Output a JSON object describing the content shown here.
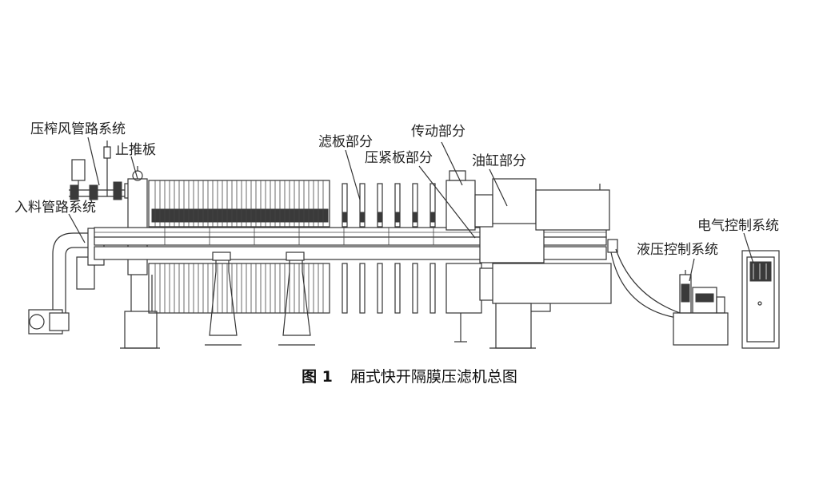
{
  "figure": {
    "labels": {
      "press_air": "压榨风管路系统",
      "stop_plate": "止推板",
      "feed_pipe": "入料管路系统",
      "filter_plate": "滤板部分",
      "drive": "传动部分",
      "press_plate": "压紧板部分",
      "cylinder": "油缸部分",
      "hydraulic": "液压控制系统",
      "electric": "电气控制系统"
    },
    "caption_number": "图 1",
    "caption_text": "厢式快开隔膜压滤机总图"
  }
}
